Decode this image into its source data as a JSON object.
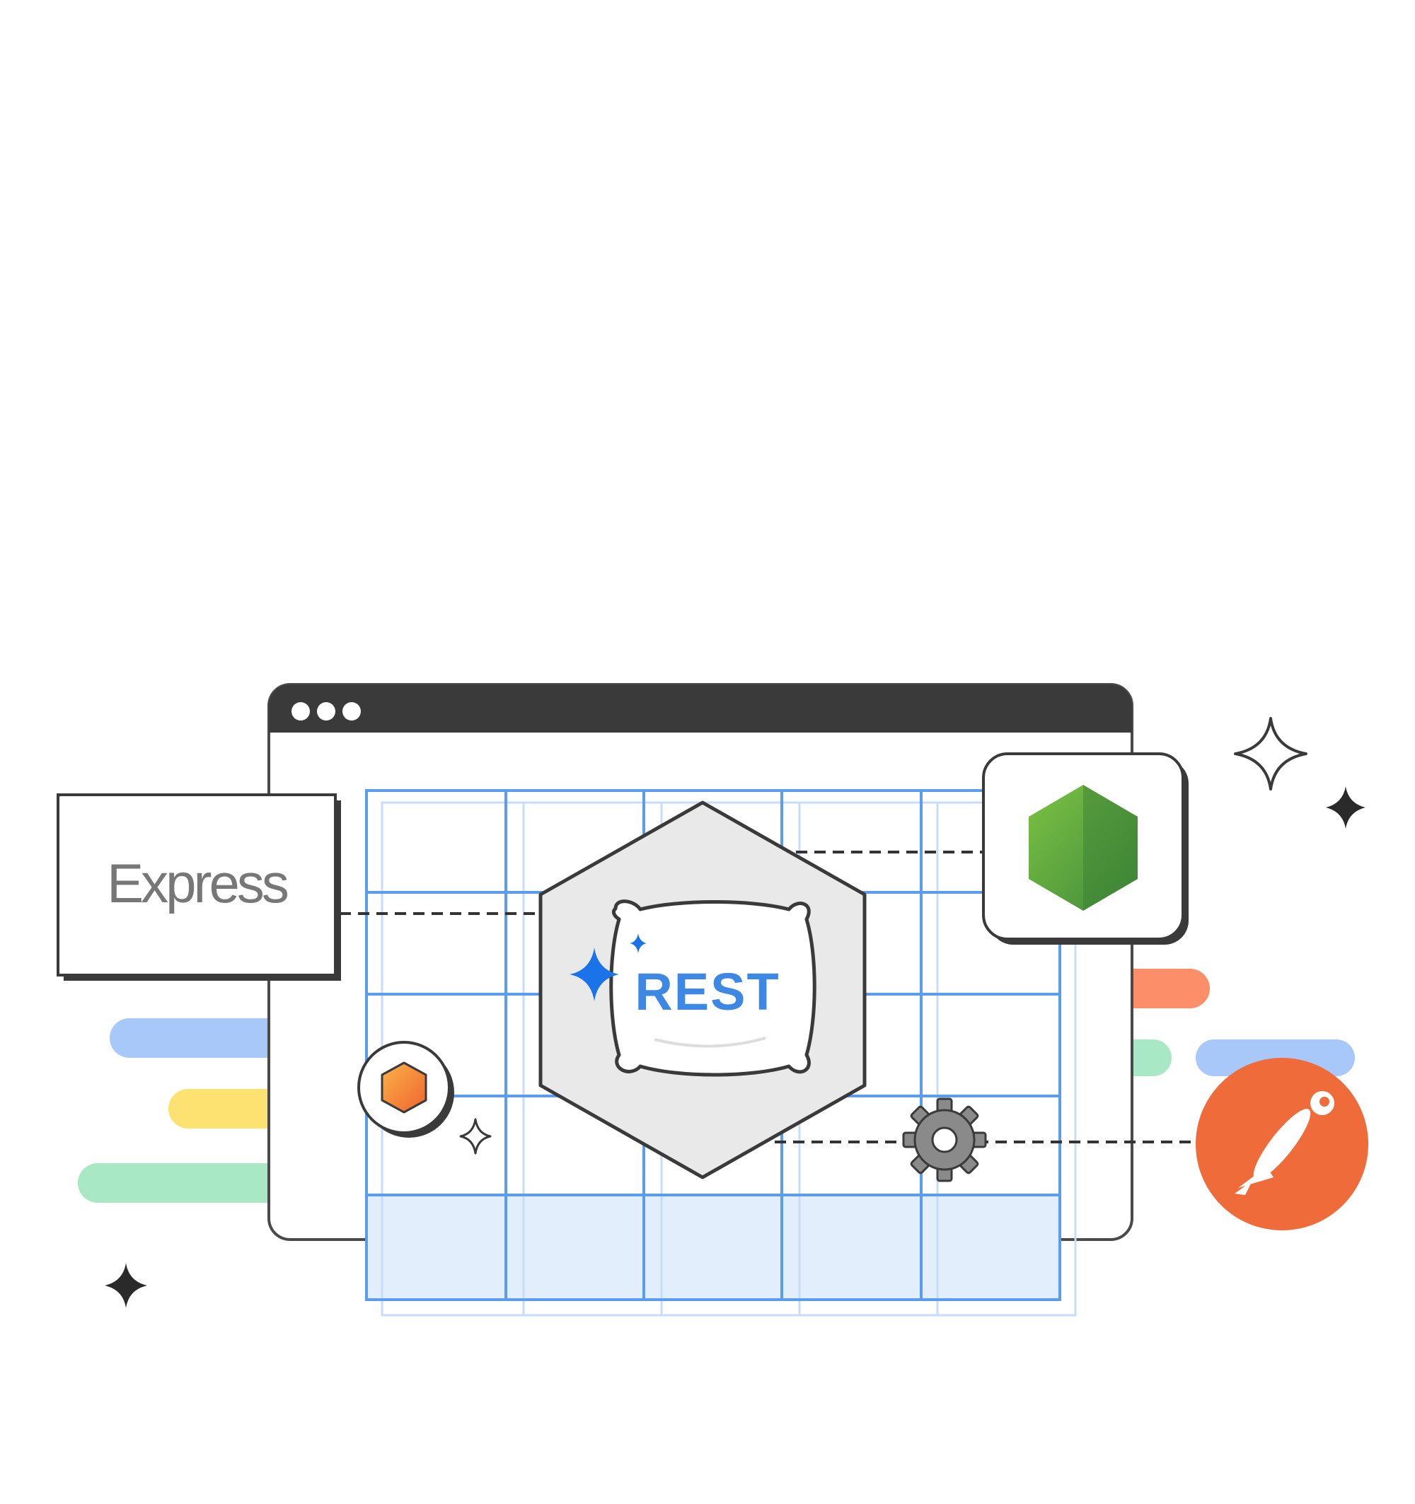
{
  "express_label": "Express",
  "rest_label": "REST",
  "colors": {
    "window_chrome": "#3a3a3a",
    "window_border": "#4a4a4a",
    "grid_line": "#5a9cf0",
    "grid_fill": "#e3eefc",
    "hexagon_fill": "#e9e9e9",
    "rest_text": "#3c88e4",
    "sparkle_blue": "#1a73e8",
    "node_green": "#5fa83f",
    "postman_orange": "#ef6c3a",
    "gear_gray": "#8a8a8a",
    "pill_blue": "#a8c8fa",
    "pill_yellow": "#fde272",
    "pill_green": "#a8e8c4",
    "pill_orange": "#fc8e6a"
  },
  "icons": {
    "window_dots": "three-dots-icon",
    "logo_left": "express-logo",
    "logo_center": "rest-pillow-logo",
    "logo_node": "nodejs-hexagon-icon",
    "logo_postman": "postman-astronaut-icon",
    "small_hex": "orange-hexagon-icon",
    "gear": "gear-icon",
    "sparkle": "sparkle-icon"
  }
}
